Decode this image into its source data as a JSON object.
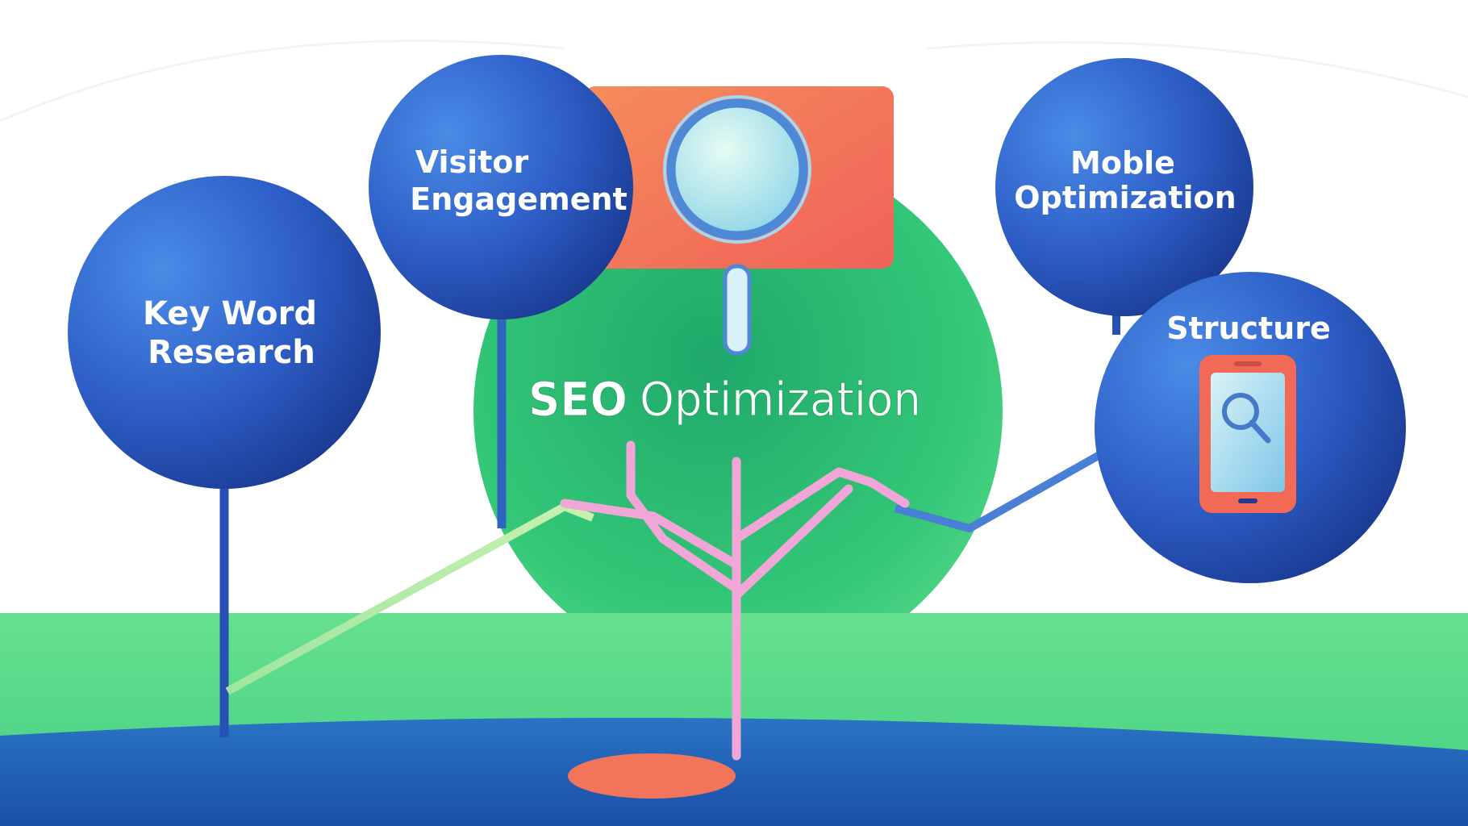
{
  "central": {
    "title_bold": "SEO",
    "title_rest": "Optimization"
  },
  "nodes": {
    "keyword": {
      "line1": "Key Word",
      "line2": "Research"
    },
    "visitor": {
      "line1": "Visitor",
      "line2": "Engagement"
    },
    "mobile": {
      "line1": "Moble",
      "line2": "Optimization"
    },
    "structure": {
      "line1": "Structure"
    }
  },
  "colors": {
    "node_blue_light": "#3f7ee0",
    "node_blue_dark": "#1a3f9e",
    "central_green": "#35c978",
    "ground_green": "#5ee08a",
    "ground_blue": "#1f63b8",
    "sign_orange": "#f37a52",
    "tree_pink": "#f2a6d8",
    "stem_blue": "#2650b4"
  },
  "icons": [
    "magnifier-icon",
    "smartphone-search-icon"
  ]
}
